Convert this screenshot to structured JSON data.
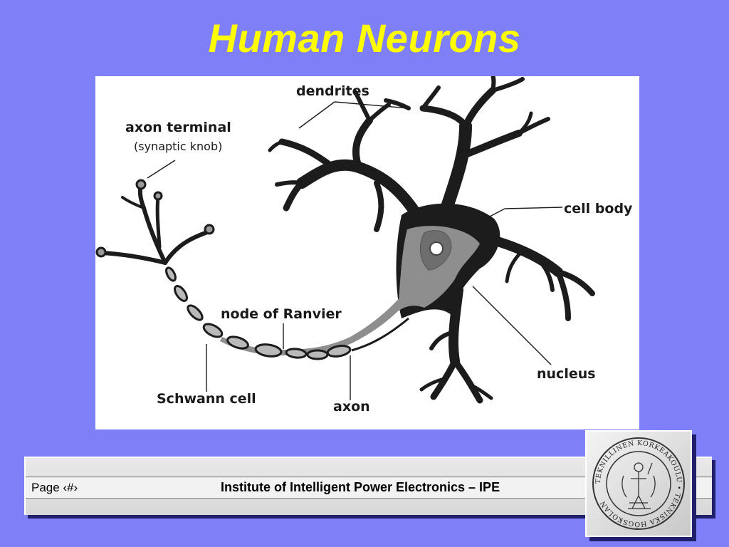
{
  "slide": {
    "title": "Human Neurons"
  },
  "diagram": {
    "labels": {
      "dendrites": "dendrites",
      "axon_terminal": "axon terminal",
      "synaptic_knob": "(synaptic knob)",
      "cell_body": "cell body",
      "node_of_ranvier": "node of Ranvier",
      "nucleus": "nucleus",
      "schwann_cell": "Schwann cell",
      "axon": "axon"
    }
  },
  "footer": {
    "page_label": "Page  ‹#›",
    "institute": "Institute of Intelligent Power Electronics – IPE"
  },
  "logo": {
    "ring_text": "TEKNILLINEN KORKEAKOULU • TEKNISKA HÖGSKOLAN"
  },
  "colors": {
    "background": "#7f7ff7",
    "title": "#ffff00",
    "neuron_dark": "#1c1c1c",
    "neuron_gray": "#8e8e8e"
  }
}
